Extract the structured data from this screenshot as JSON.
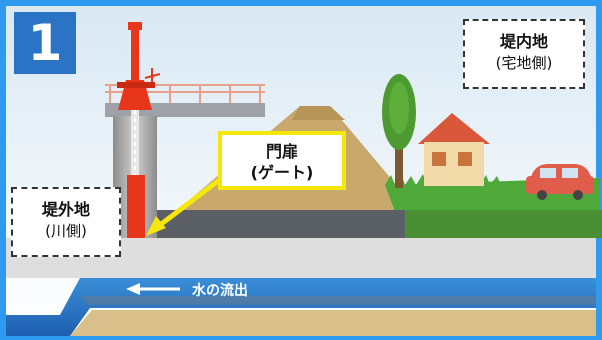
{
  "step_number": "1",
  "inner_land": {
    "title": "堤内地",
    "subtitle": "(宅地側)"
  },
  "outer_land": {
    "title": "堤外地",
    "subtitle": "(川側)"
  },
  "gate_label": {
    "line1": "門扉",
    "line2": "(ゲート)"
  },
  "flow_label": "水の流出",
  "colors": {
    "frame": "#2e9bf0",
    "sky_top": "#dce9f3",
    "gate": "#e8361a",
    "gate_callout": "#f5e60c",
    "water": "#2b73c4",
    "levee": "#c8a56a",
    "grass": "#4fa83a"
  }
}
